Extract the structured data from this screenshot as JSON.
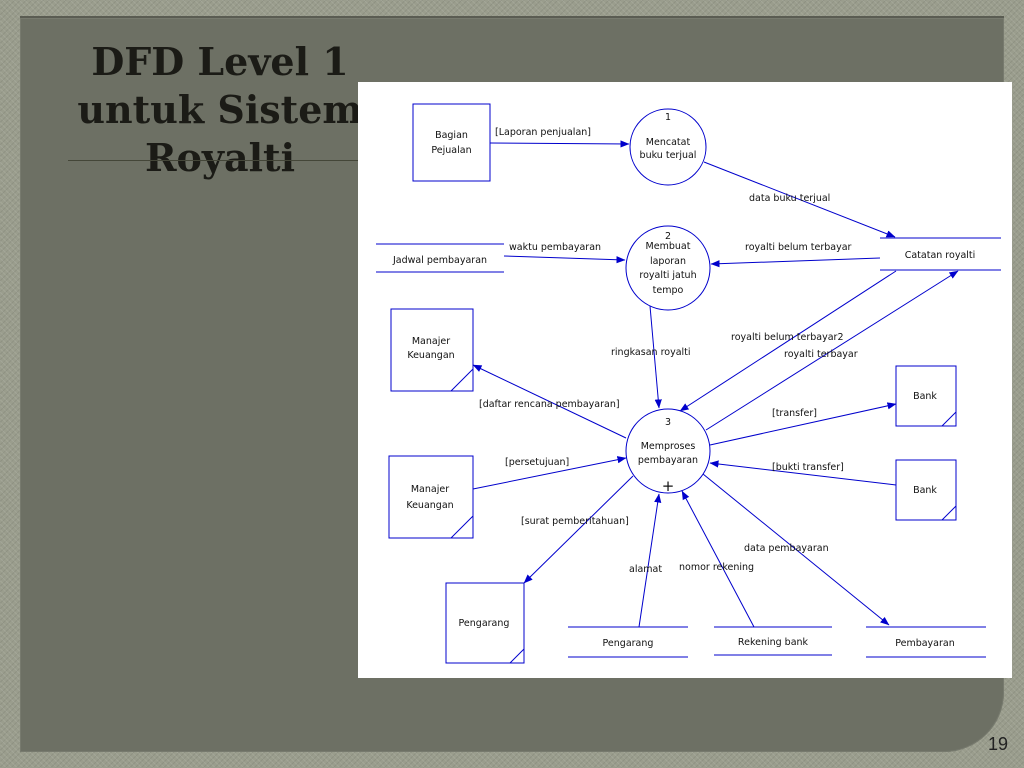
{
  "slide": {
    "title_lines": [
      "DFD Level 1",
      "untuk Sistem",
      "Royalti"
    ],
    "page_number": "19"
  },
  "diagram": {
    "entities": {
      "bagian_pejualan": [
        "Bagian",
        "Pejualan"
      ],
      "manajer_keuangan_1": [
        "Manajer",
        "Keuangan"
      ],
      "manajer_keuangan_2": [
        "Manajer",
        "Keuangan"
      ],
      "bank_1": "Bank",
      "bank_2": "Bank",
      "pengarang": "Pengarang"
    },
    "processes": {
      "p1": {
        "number": "1",
        "label": [
          "Mencatat",
          "buku terjual"
        ]
      },
      "p2": {
        "number": "2",
        "label": [
          "Membuat",
          "laporan",
          "royalti jatuh",
          "tempo"
        ]
      },
      "p3": {
        "number": "3",
        "label": [
          "Memproses",
          "pembayaran"
        ],
        "marker": "+"
      }
    },
    "stores": {
      "jadwal_pembayaran": "Jadwal pembayaran",
      "catatan_royalti": "Catatan royalti",
      "pengarang": "Pengarang",
      "rekening_bank": "Rekening bank",
      "pembayaran": "Pembayaran"
    },
    "flows": {
      "laporan_penjualan": "[Laporan penjualan]",
      "data_buku_terjual": "data buku terjual",
      "waktu_pembayaran": "waktu pembayaran",
      "royalti_belum_terbayar": "royalti belum terbayar",
      "ringkasan_royalti": "ringkasan royalti",
      "royalti_belum_terbayar2": "royalti belum terbayar2",
      "royalti_terbayar": "royalti terbayar",
      "daftar_rencana_pembayaran": "[daftar rencana pembayaran]",
      "transfer": "[transfer]",
      "persetujuan": "[persetujuan]",
      "bukti_transfer": "[bukti transfer]",
      "surat_pemberitahuan": "[surat pemberitahuan]",
      "data_pembayaran": "data pembayaran",
      "alamat": "alamat",
      "nomor_rekening": "nomor rekening"
    }
  },
  "colors": {
    "line": "#0000cc",
    "panel": "#6d7064",
    "background": "#9a9d8d"
  }
}
